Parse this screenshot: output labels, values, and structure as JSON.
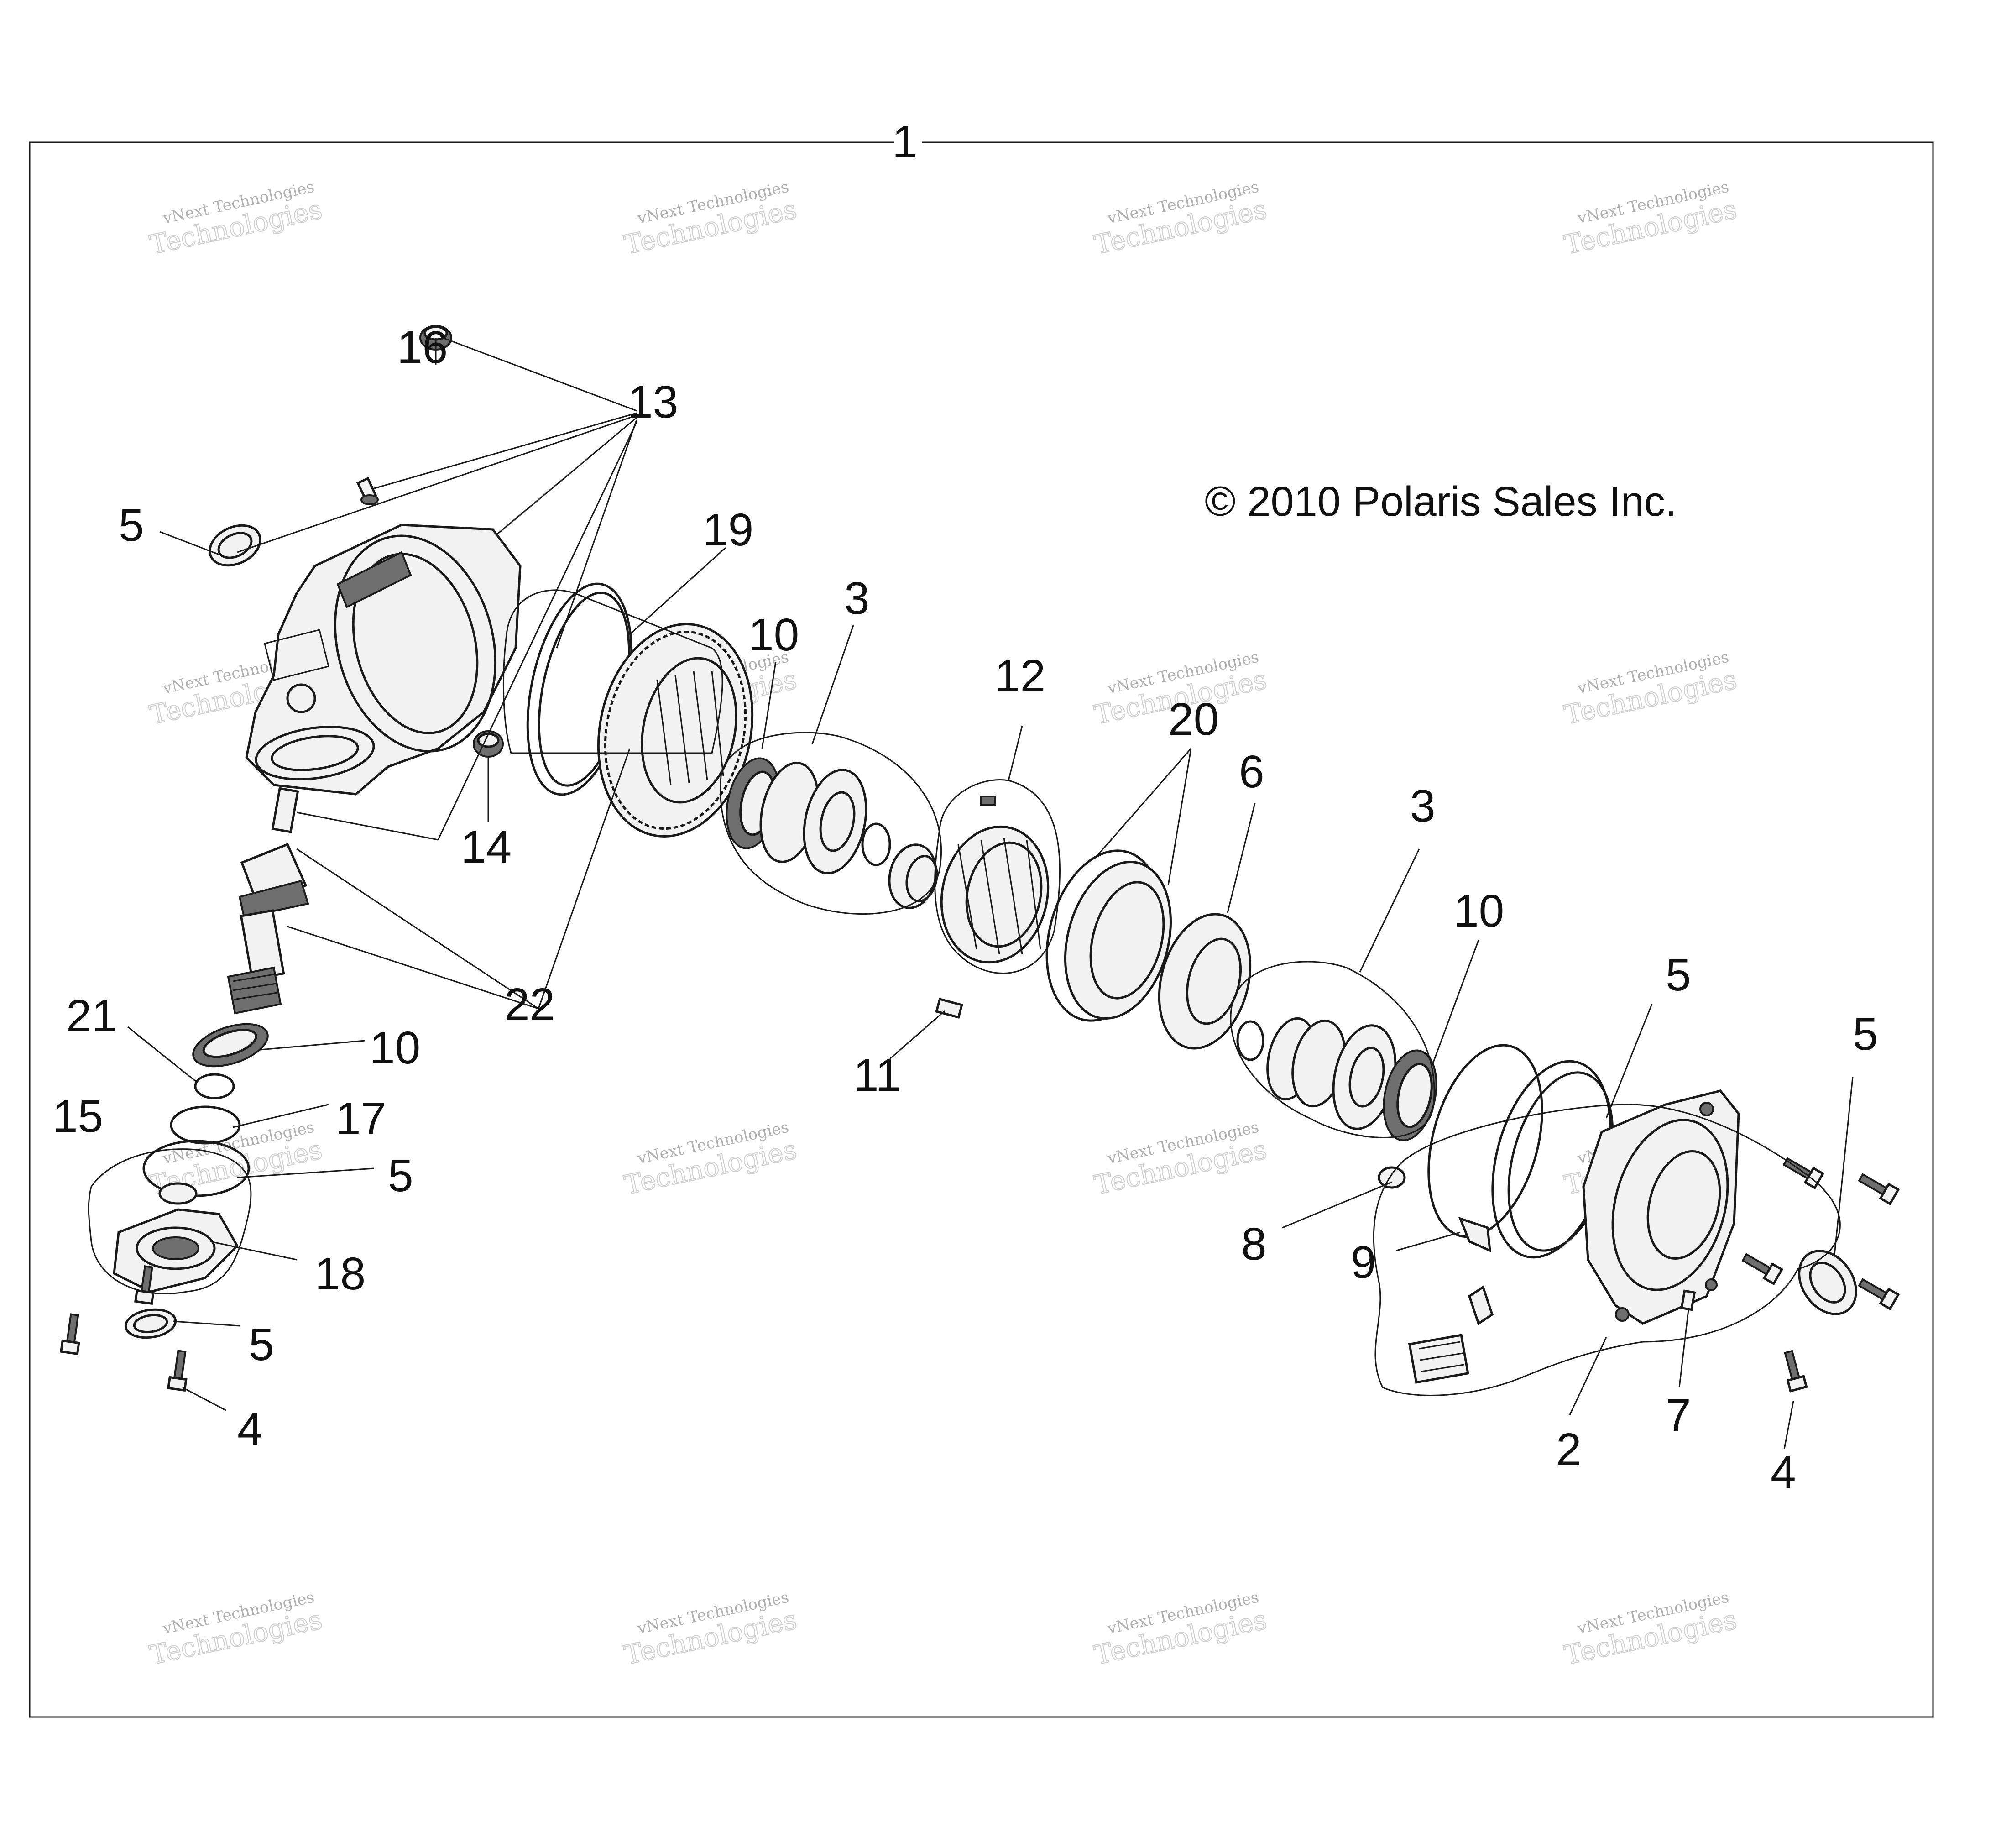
{
  "copyright": "© 2010 Polaris Sales Inc.",
  "watermark": {
    "line1": "vNext Technologies",
    "line2": "Technologies"
  },
  "callouts": {
    "c1": "1",
    "c2": "2",
    "c3a": "3",
    "c3b": "3",
    "c4a": "4",
    "c4b": "4",
    "c5a": "5",
    "c5b": "5",
    "c5c": "5",
    "c5d": "5",
    "c5e": "5",
    "c6": "6",
    "c7": "7",
    "c8": "8",
    "c9": "9",
    "c10a": "10",
    "c10b": "10",
    "c10c": "10",
    "c11": "11",
    "c12": "12",
    "c13": "13",
    "c14": "14",
    "c15": "15",
    "c16": "16",
    "c17": "17",
    "c18": "18",
    "c19": "19",
    "c20": "20",
    "c21": "21",
    "c22": "22"
  },
  "colors": {
    "line": "#1a1a1a",
    "background": "#ffffff",
    "watermark": "#b0b0b0"
  }
}
